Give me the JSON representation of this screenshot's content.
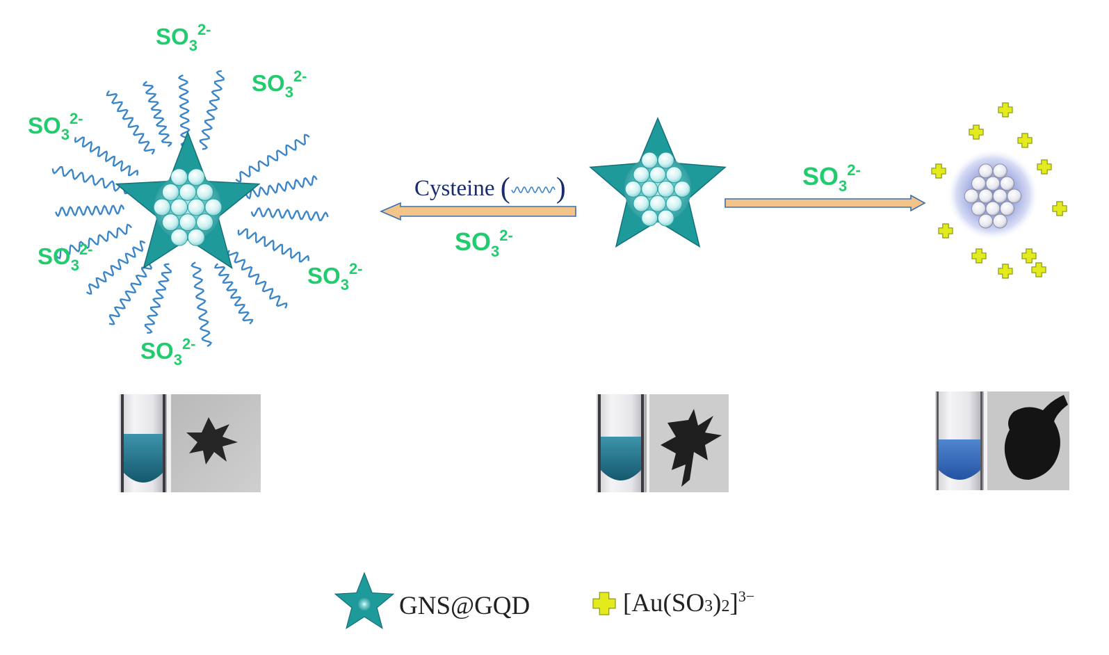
{
  "so3_label": {
    "main": "SO",
    "sub": "3",
    "charge": "2-"
  },
  "arrow_left": {
    "reagent": "Cysteine",
    "below": "SO3 2-"
  },
  "arrow_right": {
    "above": "SO3 2-"
  },
  "legend": {
    "star_label": "GNS@GQD",
    "plus_label_prefix": "[Au(SO",
    "plus_label_sub1": "3",
    "plus_label_mid": ")",
    "plus_label_sub2": "2",
    "plus_label_end": "]",
    "plus_label_charge": "3−"
  },
  "colors": {
    "star_fill": "#1f9a9a",
    "star_edge": "#14707a",
    "ligand": "#3b86c8",
    "so3_text": "#22cc6e",
    "plus_fill": "#e3ea1e",
    "plus_edge": "#8a9a10",
    "arrow_fill": "#f2c48a",
    "arrow_edge": "#3a6fb0",
    "cysteine_text": "#1a2c6b",
    "solution_left": "#1f6f86",
    "solution_right": "#2a62b4"
  }
}
